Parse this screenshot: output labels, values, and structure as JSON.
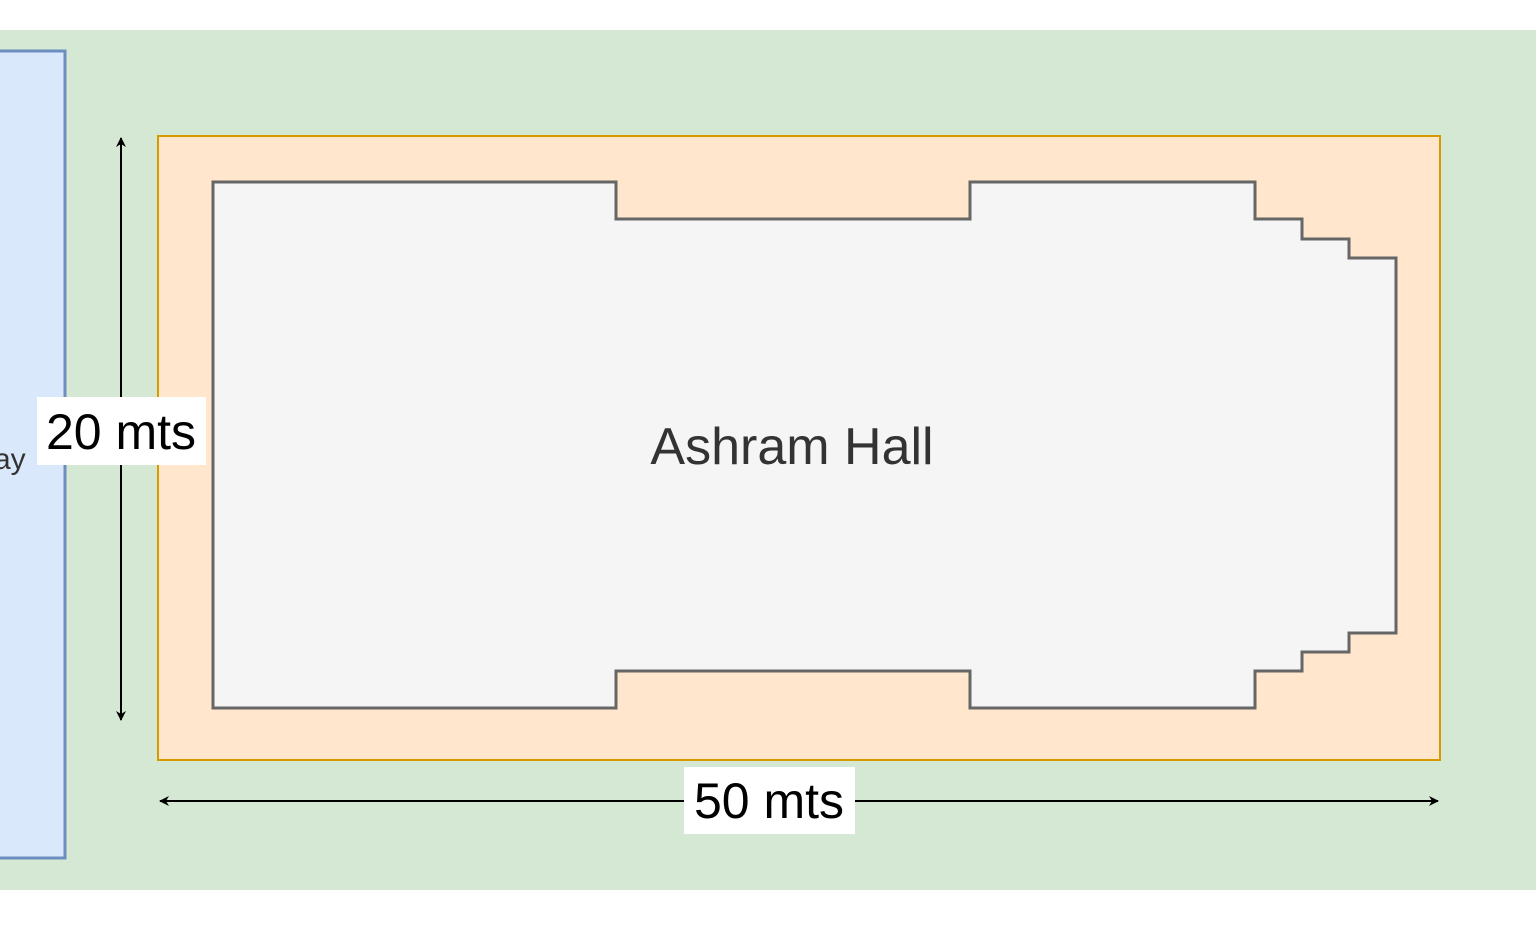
{
  "diagram": {
    "hall_label": "Ashram Hall",
    "width_label": "50 mts",
    "height_label": "20 mts",
    "side_label": "ay",
    "colors": {
      "ground": "#d5e8d4",
      "road_fill": "#dae8fc",
      "road_stroke": "#6c8ebf",
      "plot_fill": "#ffe6cc",
      "plot_stroke": "#d79b00",
      "hall_fill": "#f5f5f5",
      "hall_stroke": "#666666",
      "dimension_line": "#000000"
    }
  }
}
